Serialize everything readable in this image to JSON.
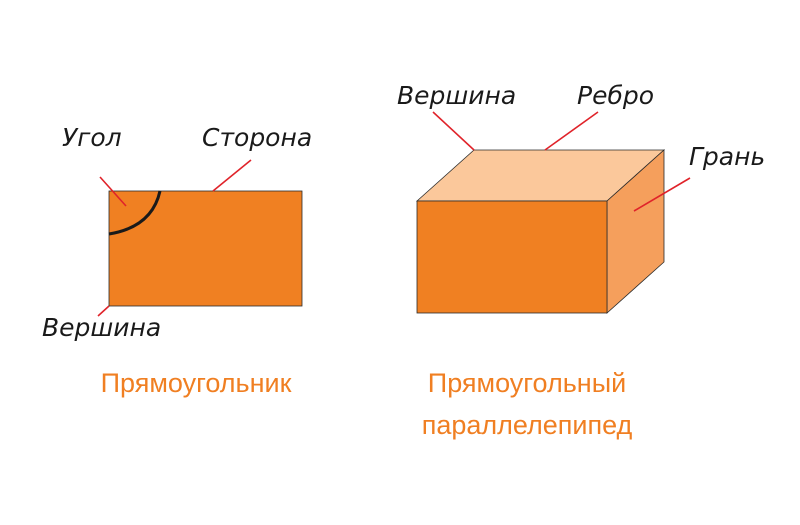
{
  "colors": {
    "rect_fill": "#f08022",
    "box_front": "#f08022",
    "box_top": "#fbc89b",
    "box_side": "#f59f5c",
    "leader_line": "#e0232a",
    "angle_arc": "#1a1a1a",
    "caption": "#f07f22"
  },
  "rectangle": {
    "labels": {
      "angle": "Угол",
      "side": "Сторона",
      "vertex": "Вершина"
    },
    "caption": "Прямоугольник"
  },
  "parallelepiped": {
    "labels": {
      "vertex": "Вершина",
      "edge": "Ребро",
      "face": "Грань"
    },
    "caption_line1": "Прямоугольный",
    "caption_line2": "параллелепипед"
  }
}
